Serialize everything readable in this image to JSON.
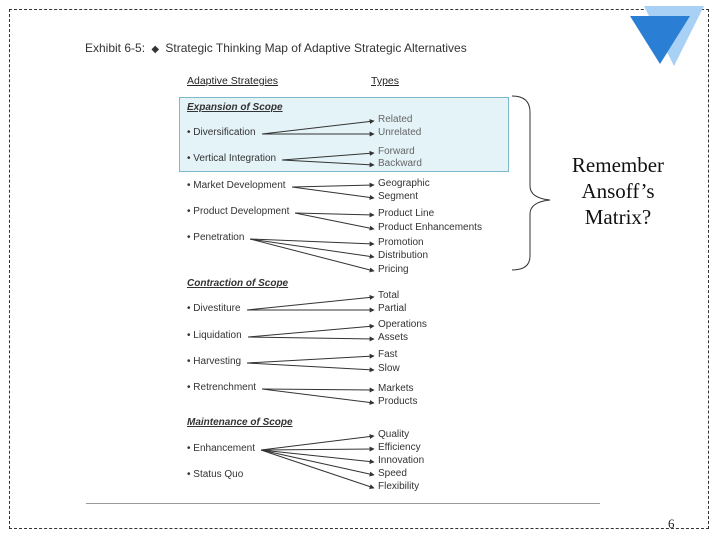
{
  "title": {
    "exhibit": "Exhibit 6-5:",
    "text": "Strategic Thinking Map of Adaptive Strategic Alternatives"
  },
  "headers": {
    "strategies": "Adaptive Strategies",
    "types": "Types"
  },
  "sections": [
    {
      "label": "Expansion of Scope",
      "strategies": [
        {
          "label": "• Diversification",
          "types": [
            "Related",
            "Unrelated"
          ]
        },
        {
          "label": "• Vertical Integration",
          "types": [
            "Forward",
            "Backward"
          ]
        },
        {
          "label": "• Market Development",
          "types": [
            "Geographic",
            "Segment"
          ]
        },
        {
          "label": "• Product Development",
          "types": [
            "Product Line",
            "Product Enhancements"
          ]
        },
        {
          "label": "• Penetration",
          "types": [
            "Promotion",
            "Distribution",
            "Pricing"
          ]
        }
      ]
    },
    {
      "label": "Contraction of Scope",
      "strategies": [
        {
          "label": "• Divestiture",
          "types": [
            "Total",
            "Partial"
          ]
        },
        {
          "label": "• Liquidation",
          "types": [
            "Operations",
            "Assets"
          ]
        },
        {
          "label": "• Harvesting",
          "types": [
            "Fast",
            "Slow"
          ]
        },
        {
          "label": "• Retrenchment",
          "types": [
            "Markets",
            "Products"
          ]
        }
      ]
    },
    {
      "label": "Maintenance of Scope",
      "strategies": [
        {
          "label": "• Enhancement",
          "types": [
            "Quality",
            "Efficiency",
            "Innovation",
            "Speed",
            "Flexibility"
          ]
        },
        {
          "label": "• Status Quo",
          "types": []
        }
      ]
    }
  ],
  "callout": {
    "line1": "Remember",
    "line2": "Ansoff’s",
    "line3": "Matrix?"
  },
  "page_number": "6",
  "colors": {
    "highlight": "#e4f3f8",
    "highlight_border": "#7fb8cc",
    "brand": "#2a7fd4"
  }
}
